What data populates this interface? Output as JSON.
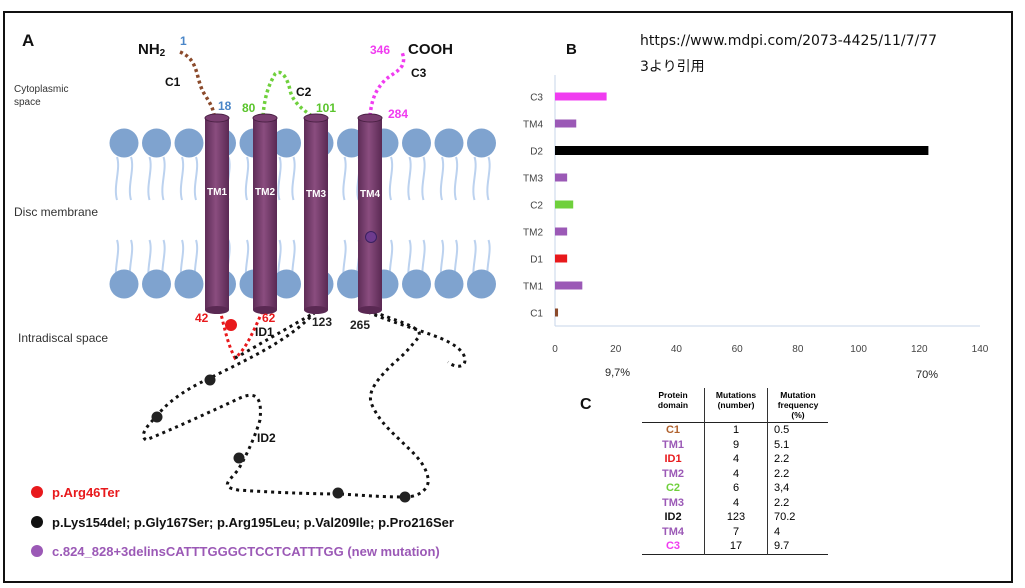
{
  "panels": {
    "a": "A",
    "b": "B",
    "c": "C"
  },
  "source": {
    "url": "https://www.mdpi.com/2073-4425/11/7/77",
    "note": "3より引用"
  },
  "diagram": {
    "terminals": {
      "n": "NH",
      "n_sub": "2",
      "c": "COOH"
    },
    "segments": [
      "C1",
      "C2",
      "C3",
      "ID1",
      "ID2"
    ],
    "helices": [
      "TM1",
      "TM2",
      "TM3",
      "TM4"
    ],
    "positions": [
      "1",
      "18",
      "80",
      "101",
      "346",
      "284",
      "42",
      "62",
      "123",
      "265"
    ],
    "regions": {
      "cytoplasmic": [
        "Cytoplasmic",
        "space"
      ],
      "membrane": "Disc membrane",
      "intradiscal": "Intradiscal space"
    },
    "legend": [
      {
        "text": "p.Arg46Ter",
        "color": "#e8191c"
      },
      {
        "text": "p.Lys154del; p.Gly167Ser; p.Arg195Leu; p.Val209Ile; p.Pro216Ser",
        "color": "#111111"
      },
      {
        "text": "c.824_828+3delinsCATTTGGGCTCCTCATTTGG (new mutation)",
        "color": "#9b59b6"
      }
    ]
  },
  "chart_data": {
    "type": "bar",
    "orientation": "horizontal",
    "categories": [
      "C1",
      "TM1",
      "D1",
      "TM2",
      "C2",
      "TM3",
      "D2",
      "TM4",
      "C3"
    ],
    "values": [
      1,
      9,
      4,
      4,
      6,
      4,
      123,
      7,
      17
    ],
    "colors": [
      "#8b4a2b",
      "#9b59b6",
      "#e8191c",
      "#9b59b6",
      "#6fd03c",
      "#9b59b6",
      "#000000",
      "#9b59b6",
      "#f03cf0"
    ],
    "xlim": [
      0,
      140
    ],
    "xticks": [
      0,
      20,
      40,
      60,
      80,
      100,
      120,
      140
    ],
    "annotations": [
      "9,7%",
      "70%"
    ]
  },
  "table": {
    "headers": [
      "Protein domain",
      "Mutations (number)",
      "Mutation frequency (%)"
    ],
    "rows": [
      {
        "domain": "C1",
        "number": "1",
        "freq": "0.5",
        "color": "#b0622e"
      },
      {
        "domain": "TM1",
        "number": "9",
        "freq": "5.1",
        "color": "#9b59b6"
      },
      {
        "domain": "ID1",
        "number": "4",
        "freq": "2.2",
        "color": "#e8191c"
      },
      {
        "domain": "TM2",
        "number": "4",
        "freq": "2.2",
        "color": "#9b59b6"
      },
      {
        "domain": "C2",
        "number": "6",
        "freq": "3,4",
        "color": "#6fd03c"
      },
      {
        "domain": "TM3",
        "number": "4",
        "freq": "2.2",
        "color": "#9b59b6"
      },
      {
        "domain": "ID2",
        "number": "123",
        "freq": "70.2",
        "color": "#111111"
      },
      {
        "domain": "TM4",
        "number": "7",
        "freq": "4",
        "color": "#9b59b6"
      },
      {
        "domain": "C3",
        "number": "17",
        "freq": "9.7",
        "color": "#f03cf0"
      }
    ]
  }
}
